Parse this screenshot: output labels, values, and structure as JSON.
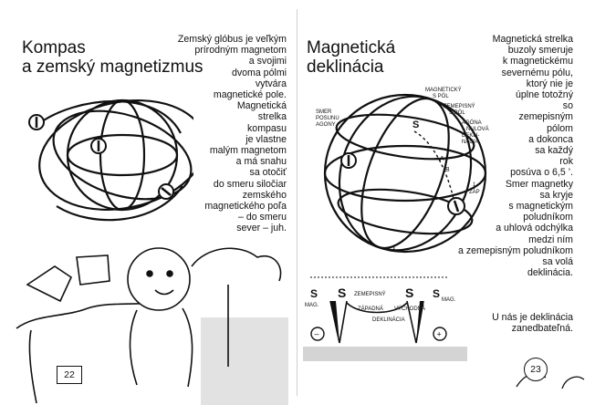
{
  "left_page": {
    "title_lines": [
      "Kompas",
      "a zemský magnetizmus"
    ],
    "body_lines": [
      "Zemský glóbus je veľkým",
      "prírodným magnetom",
      "a svojimi",
      "dvoma pólmi",
      "vytvára",
      "magnetické pole.",
      "Magnetická",
      "strelka",
      "kompasu",
      "je vlastne",
      "malým magnetom",
      "a má snahu",
      "sa otočiť",
      "do smeru siločiar",
      "zemského",
      "magnetického poľa",
      "– do smeru",
      "sever – juh."
    ],
    "page_number": "22"
  },
  "right_page": {
    "title_lines": [
      "Magnetická",
      "deklinácia"
    ],
    "body_lines": [
      "Magnetická strelka",
      "buzoly smeruje",
      "k magnetickému",
      "severnému pólu,",
      "ktorý nie je",
      "úplne totožný",
      "so",
      "zemepisným",
      "pólom",
      "a dokonca",
      "sa každý",
      "rok",
      "posúva o 6,5 ’.",
      "Smer magnetky",
      "sa kryje",
      "s magnetickým",
      "poludníkom",
      "a uhlová odchýlka",
      "medzi ním",
      "a zemepisným poludníkom",
      "sa volá",
      "deklinácia."
    ],
    "closing_lines": [
      "U nás je deklinácia",
      "zanedbateľná."
    ],
    "globe_labels": {
      "magnetic_pole_lines": [
        "MAGNETICKÝ",
        "S PÓL"
      ],
      "geographic_pole_lines": [
        "ZEMEPISNÝ",
        "S PÓL"
      ],
      "meridian_lines": [
        "SMER",
        "POSUNU",
        "AGONY"
      ],
      "agona_lines": [
        "AGÓNA",
        "– NULOVÁ",
        "DEKLI-",
        "NÁCIA"
      ],
      "south_pole": "J",
      "pole_letter": "S",
      "direction_letters": [
        "A",
        "B"
      ],
      "east": "ZÁP",
      "mark": "1"
    },
    "scale_labels": {
      "left_pole": "S",
      "left_pole_sub": "MAG.",
      "geo_pole": "S",
      "geo_label": "ZEMEPISNÝ",
      "right_geo": "S",
      "right_pole": "S",
      "right_pole_sub": "MAG.",
      "west_label": "ZÁPADNÁ",
      "east_label": "VÝCHODNÁ",
      "declination_label": "DEKLINÁCIA",
      "minus": "–",
      "plus": "+"
    },
    "page_number": "23"
  }
}
